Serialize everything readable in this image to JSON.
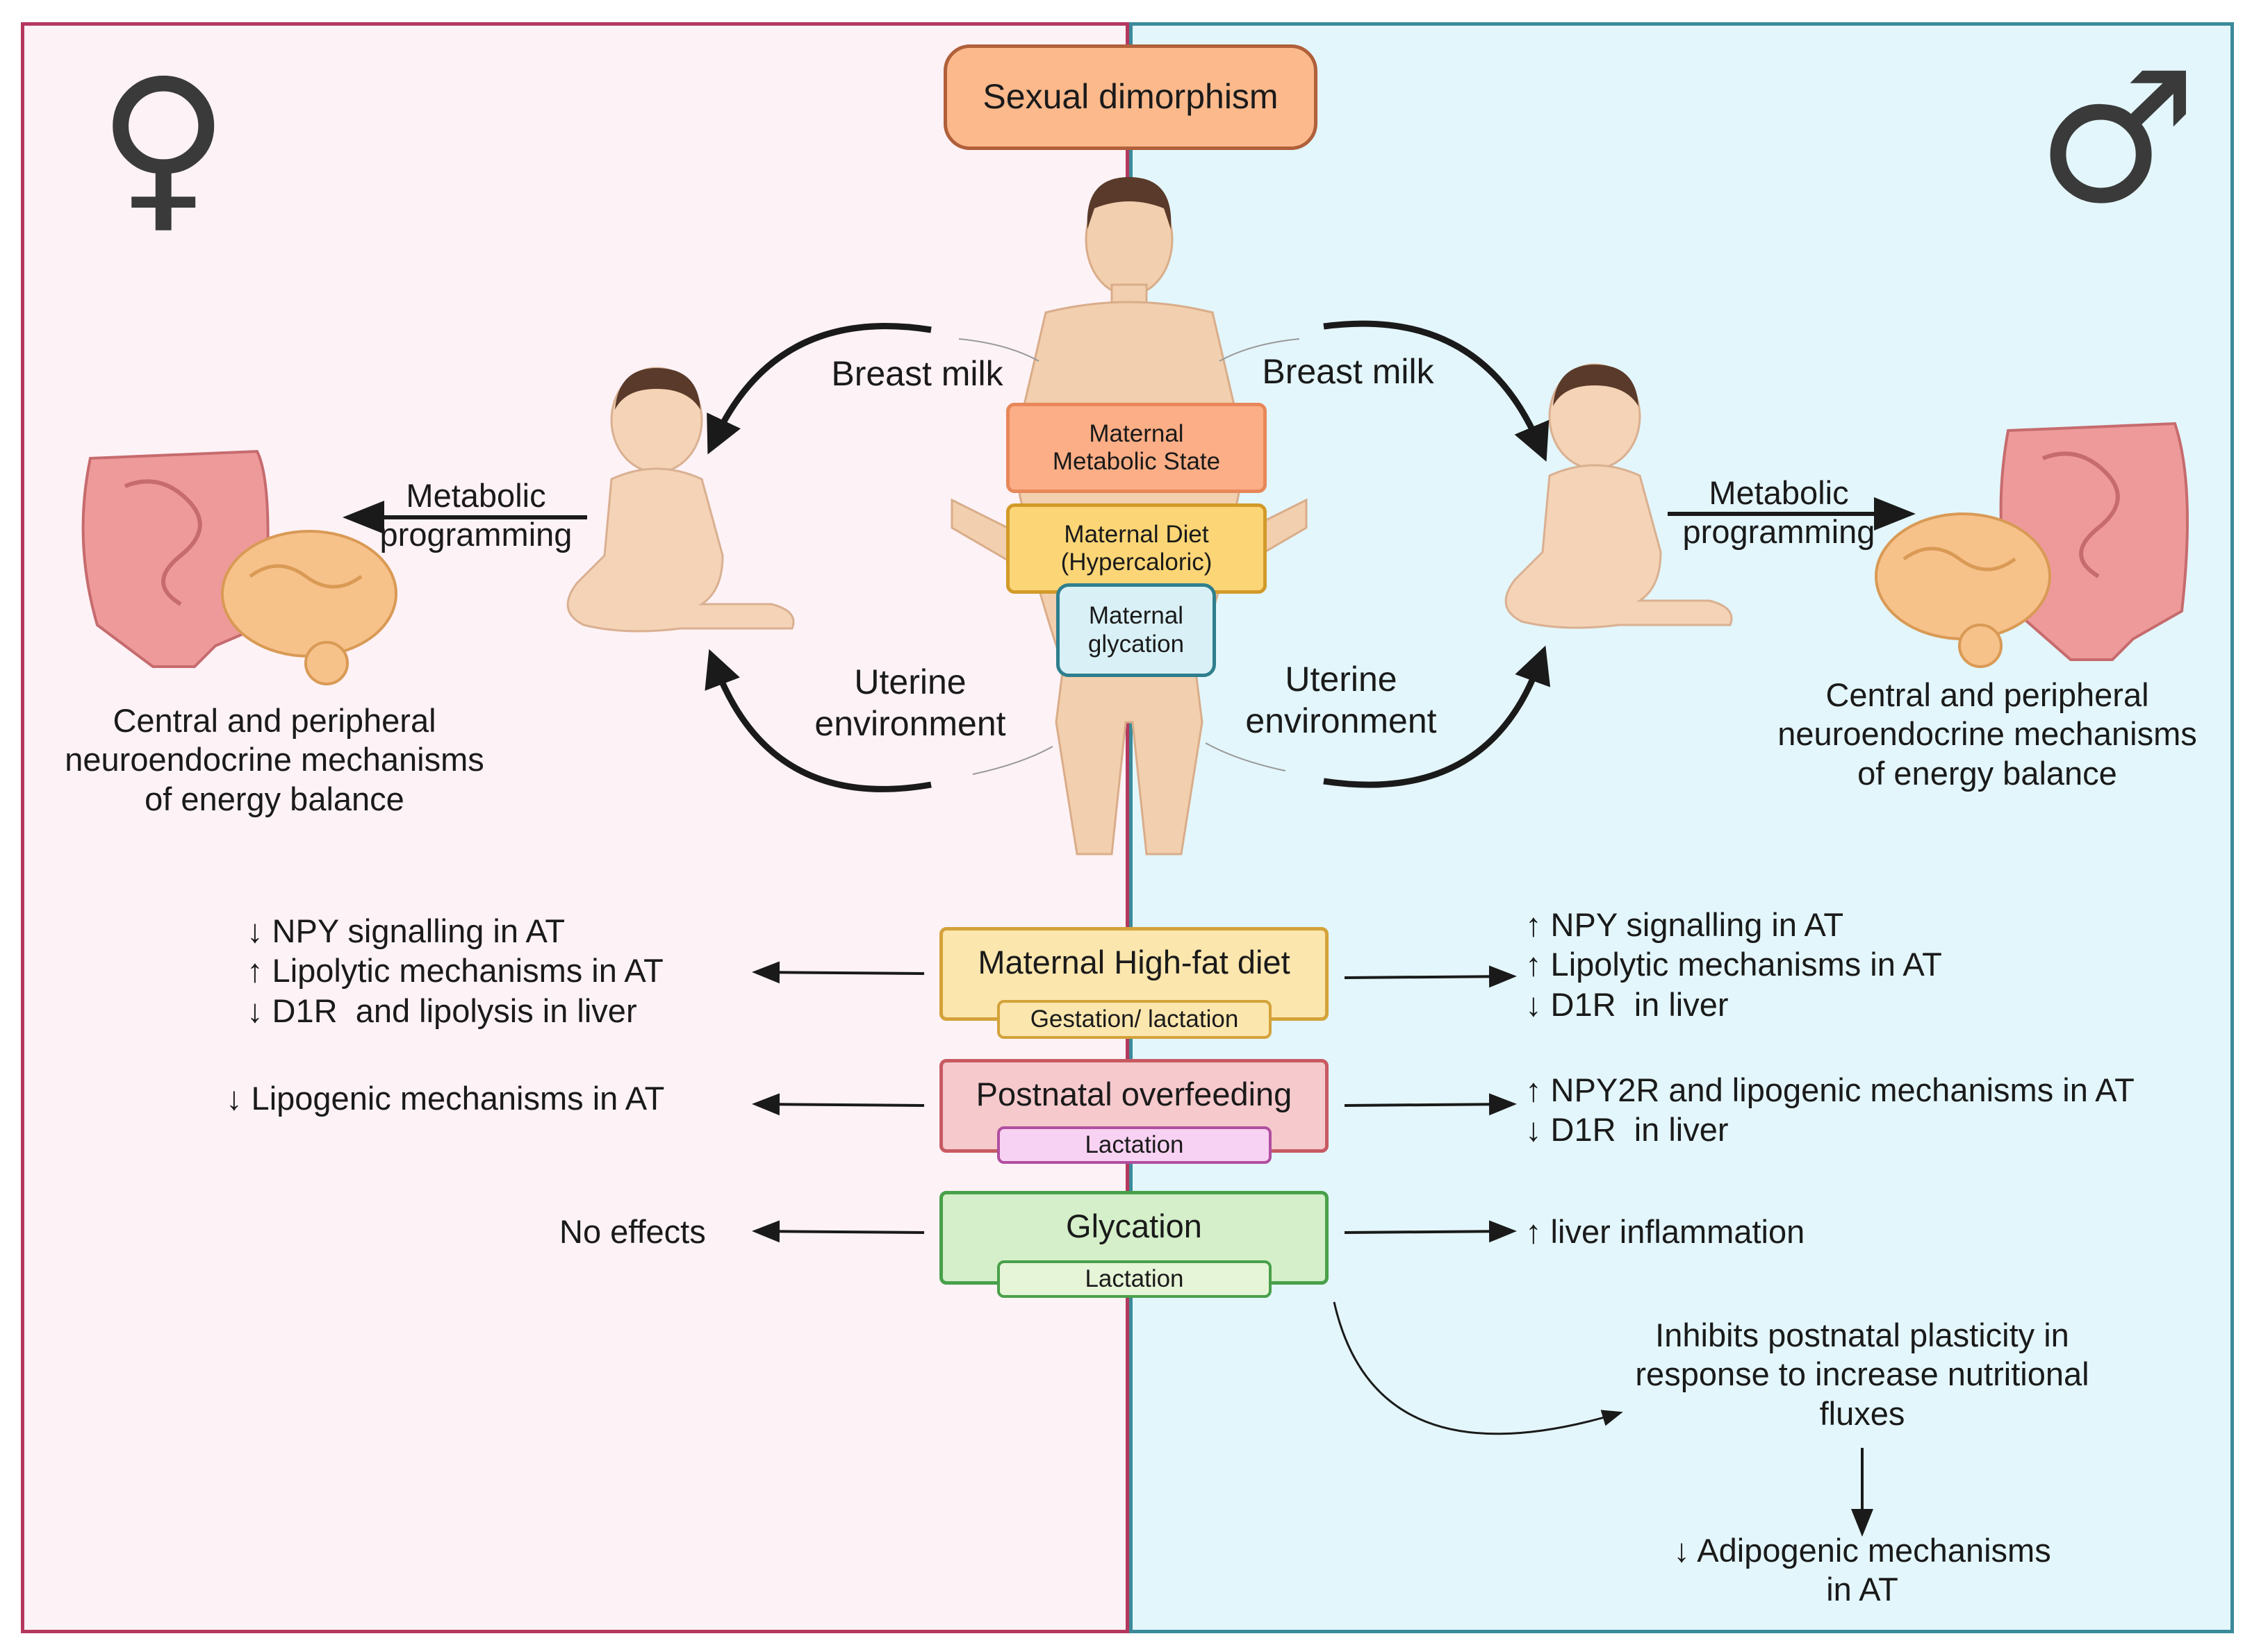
{
  "colors": {
    "female_panel_bg": "#fdf2f6",
    "female_panel_border": "#b4385e",
    "male_panel_bg": "#e3f6fb",
    "male_panel_border": "#3b8a99",
    "sexual_dimorphism_fill": "#fbb98c",
    "metabolic_state_fill": "#fcae86",
    "diet_fill": "#fcd676",
    "glycation_small_fill": "#d9f1f6",
    "highfat_fill": "#fbe6ae",
    "overfeeding_fill": "#f6c9cc",
    "overfeeding_sub_fill": "#f8d2f3",
    "glycation_fill": "#d4efc9",
    "glycation_sub_fill": "#e6f4d7"
  },
  "icons": {
    "female": "female-symbol-icon",
    "male": "male-symbol-icon",
    "mother": "pregnant-mother-icon",
    "baby_left": "baby-icon",
    "baby_right": "baby-icon",
    "organs_left": "intestine-brain-icon",
    "organs_right": "intestine-brain-icon"
  },
  "header": {
    "title": "Sexual dimorphism"
  },
  "center": {
    "metabolic_state": "Maternal\nMetabolic State",
    "diet": "Maternal Diet\n(Hypercaloric)",
    "glycation": "Maternal\nglycation"
  },
  "left": {
    "breast_milk": "Breast milk",
    "uterine": "Uterine\nenvironment",
    "metabolic_programming": "Metabolic\nprogramming",
    "mechanisms": "Central and peripheral\nneuroendocrine mechanisms\nof energy balance",
    "highfat_effects": "↓ NPY signalling in AT\n↑ Lipolytic mechanisms in AT\n↓ D1R  and lipolysis in liver",
    "overfeeding_effects": "↓ Lipogenic mechanisms in AT",
    "glycation_effects": "No effects"
  },
  "right": {
    "breast_milk": "Breast milk",
    "uterine": "Uterine\nenvironment",
    "metabolic_programming": "Metabolic\nprogramming",
    "mechanisms": "Central and peripheral\nneuroendocrine mechanisms\nof energy balance",
    "highfat_effects": "↑ NPY signalling in AT\n↑ Lipolytic mechanisms in AT\n↓ D1R  in liver",
    "overfeeding_effects": "↑ NPY2R and lipogenic mechanisms in AT\n↓ D1R  in liver",
    "glycation_effects": "↑ liver inflammation",
    "plasticity": "Inhibits postnatal plasticity in\nresponse to increase nutritional\nfluxes",
    "adipogenic": "↓ Adipogenic mechanisms\nin AT"
  },
  "interventions": {
    "highfat": {
      "title": "Maternal High-fat diet",
      "period": "Gestation/ lactation"
    },
    "overfeeding": {
      "title": "Postnatal overfeeding",
      "period": "Lactation"
    },
    "glycation": {
      "title": "Glycation",
      "period": "Lactation"
    }
  }
}
